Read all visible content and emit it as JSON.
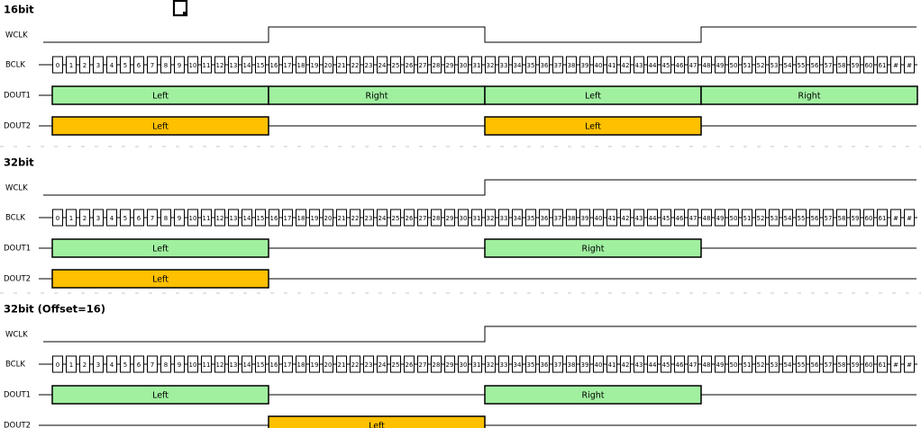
{
  "colors": {
    "left_fill": "#a0f0a0",
    "right_fill": "#a0f0a0",
    "dout2_fill": "#ffc000",
    "line": "#000000",
    "separator": "#c8c8c8"
  },
  "bit_labels": [
    "0",
    "1",
    "2",
    "3",
    "4",
    "5",
    "6",
    "7",
    "8",
    "9",
    "10",
    "11",
    "12",
    "13",
    "14",
    "15",
    "16",
    "17",
    "18",
    "19",
    "20",
    "21",
    "22",
    "23",
    "24",
    "25",
    "26",
    "27",
    "28",
    "29",
    "30",
    "31",
    "32",
    "33",
    "34",
    "35",
    "36",
    "37",
    "38",
    "39",
    "40",
    "41",
    "42",
    "43",
    "44",
    "45",
    "46",
    "47",
    "48",
    "49",
    "50",
    "51",
    "52",
    "53",
    "54",
    "55",
    "56",
    "57",
    "58",
    "59",
    "60",
    "61",
    "#",
    "#"
  ],
  "signal_labels": {
    "wclk": "WCLK",
    "bclk": "BCLK",
    "dout1": "DOUT1",
    "dout2": "DOUT2"
  },
  "sections": [
    {
      "title": "16bit",
      "wclk_high_ranges": [
        [
          16,
          32
        ],
        [
          48,
          64
        ]
      ],
      "dout1": [
        {
          "start": 0,
          "end": 16,
          "label": "Left",
          "kind": "left"
        },
        {
          "start": 16,
          "end": 32,
          "label": "Right",
          "kind": "right"
        },
        {
          "start": 32,
          "end": 48,
          "label": "Left",
          "kind": "left"
        },
        {
          "start": 48,
          "end": 64,
          "label": "Right",
          "kind": "right"
        }
      ],
      "dout2": [
        {
          "start": 0,
          "end": 16,
          "label": "Left",
          "kind": "dout2"
        },
        {
          "start": 32,
          "end": 48,
          "label": "Left",
          "kind": "dout2"
        }
      ]
    },
    {
      "title": "32bit",
      "wclk_high_ranges": [
        [
          32,
          64
        ]
      ],
      "dout1": [
        {
          "start": 0,
          "end": 16,
          "label": "Left",
          "kind": "left"
        },
        {
          "start": 32,
          "end": 48,
          "label": "Right",
          "kind": "right"
        }
      ],
      "dout2": [
        {
          "start": 0,
          "end": 16,
          "label": "Left",
          "kind": "dout2"
        }
      ]
    },
    {
      "title": "32bit (Offset=16)",
      "wclk_high_ranges": [
        [
          32,
          64
        ]
      ],
      "dout1": [
        {
          "start": 0,
          "end": 16,
          "label": "Left",
          "kind": "left"
        },
        {
          "start": 32,
          "end": 48,
          "label": "Right",
          "kind": "right"
        }
      ],
      "dout2": [
        {
          "start": 16,
          "end": 32,
          "label": "Left",
          "kind": "dout2"
        }
      ]
    }
  ]
}
